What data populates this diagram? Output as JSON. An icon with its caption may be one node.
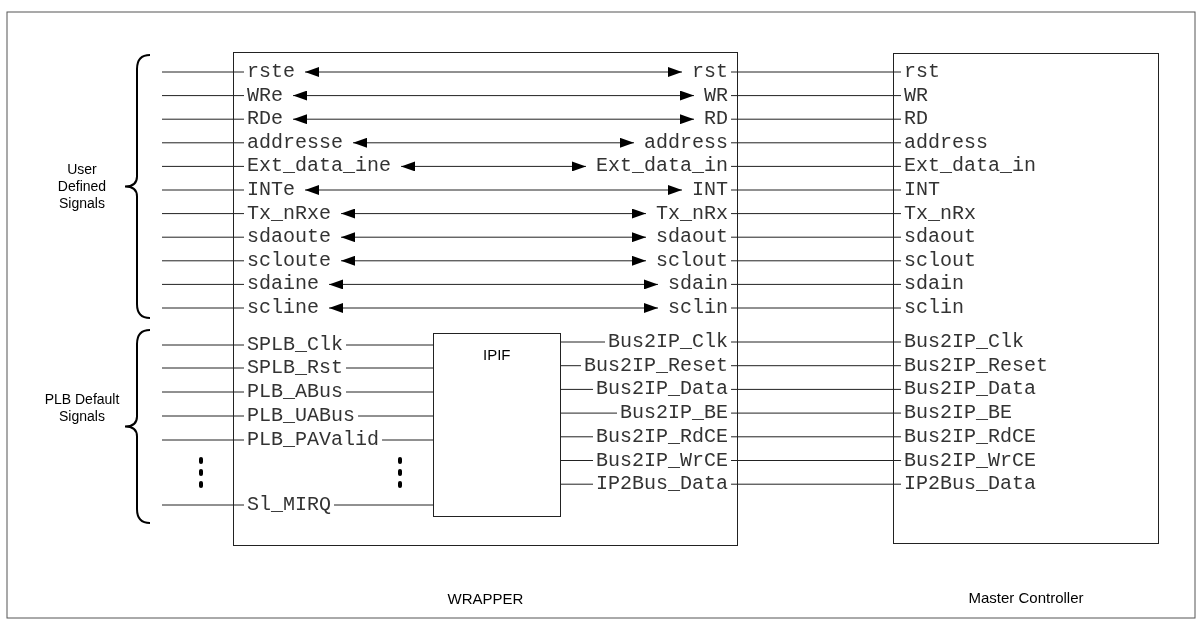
{
  "diagram": {
    "nodes": [
      {
        "text": [
          "WRAPPER"
        ]
      },
      {
        "text": [
          "IPIF"
        ],
        "in": 0
      },
      {
        "text": [
          "rste"
        ],
        "in": 0
      },
      {
        "text": [
          "WRe"
        ],
        "in": 0
      },
      {
        "text": [
          "RDe"
        ],
        "in": 0
      },
      {
        "text": [
          "addresse"
        ],
        "in": 0
      },
      {
        "text": [
          "Ext_data_ine"
        ],
        "in": 0
      },
      {
        "text": [
          "INTe"
        ],
        "in": 0
      },
      {
        "text": [
          "Tx_nRxe"
        ],
        "in": 0
      },
      {
        "text": [
          "sdaoute"
        ],
        "in": 0
      },
      {
        "text": [
          "scloute"
        ],
        "in": 0
      },
      {
        "text": [
          "sdaine"
        ],
        "in": 0
      },
      {
        "text": [
          "scline"
        ],
        "in": 0
      },
      {
        "text": [
          "rst"
        ],
        "in": 0
      },
      {
        "text": [
          "WR"
        ],
        "in": 0
      },
      {
        "text": [
          "RD"
        ],
        "in": 0
      },
      {
        "text": [
          "address"
        ],
        "in": 0
      },
      {
        "text": [
          "Ext_data_in"
        ],
        "in": 0
      },
      {
        "text": [
          "INT"
        ],
        "in": 0
      },
      {
        "text": [
          "Tx_nRx"
        ],
        "in": 0
      },
      {
        "text": [
          "sdaout"
        ],
        "in": 0
      },
      {
        "text": [
          "sclout"
        ],
        "in": 0
      },
      {
        "text": [
          "sdain"
        ],
        "in": 0
      },
      {
        "text": [
          "sclin"
        ],
        "in": 0
      },
      {
        "text": [
          "SPLB_Clk"
        ],
        "in": 0
      },
      {
        "text": [
          "SPLB_Rst"
        ],
        "in": 0
      },
      {
        "text": [
          "PLB_ABus"
        ],
        "in": 0
      },
      {
        "text": [
          "PLB_UABus"
        ],
        "in": 0
      },
      {
        "text": [
          "PLB_PAValid"
        ],
        "in": 0
      },
      {
        "text": [
          "Sl_MIRQ"
        ],
        "in": 0
      },
      {
        "text": [
          "Bus2IP_Clk"
        ],
        "in": 0
      },
      {
        "text": [
          "Bus2IP_Reset"
        ],
        "in": 0
      },
      {
        "text": [
          "Bus2IP_Data"
        ],
        "in": 0
      },
      {
        "text": [
          "Bus2IP_BE"
        ],
        "in": 0
      },
      {
        "text": [
          "Bus2IP_RdCE"
        ],
        "in": 0
      },
      {
        "text": [
          "Bus2IP_WrCE"
        ],
        "in": 0
      },
      {
        "text": [
          "IP2Bus_Data"
        ],
        "in": 0
      },
      {
        "text": [
          "Master Controller"
        ]
      },
      {
        "text": [
          "rst"
        ],
        "in": 37
      },
      {
        "text": [
          "WR"
        ],
        "in": 37
      },
      {
        "text": [
          "RD"
        ],
        "in": 37
      },
      {
        "text": [
          "address"
        ],
        "in": 37
      },
      {
        "text": [
          "Ext_data_in"
        ],
        "in": 37
      },
      {
        "text": [
          "INT"
        ],
        "in": 37
      },
      {
        "text": [
          "Tx_nRx"
        ],
        "in": 37
      },
      {
        "text": [
          "sdaout"
        ],
        "in": 37
      },
      {
        "text": [
          "sclout"
        ],
        "in": 37
      },
      {
        "text": [
          "sdain"
        ],
        "in": 37
      },
      {
        "text": [
          "sclin"
        ],
        "in": 37
      },
      {
        "text": [
          "Bus2IP_Clk"
        ],
        "in": 37
      },
      {
        "text": [
          "Bus2IP_Reset"
        ],
        "in": 37
      },
      {
        "text": [
          "Bus2IP_Data"
        ],
        "in": 37
      },
      {
        "text": [
          "Bus2IP_BE"
        ],
        "in": 37
      },
      {
        "text": [
          "Bus2IP_RdCE"
        ],
        "in": 37
      },
      {
        "text": [
          "Bus2IP_WrCE"
        ],
        "in": 37
      },
      {
        "text": [
          "IP2Bus_Data"
        ],
        "in": 37
      }
    ],
    "edges": [
      {
        "from": null,
        "to": 2,
        "arrow": "none"
      },
      {
        "from": null,
        "to": 3,
        "arrow": "none"
      },
      {
        "from": null,
        "to": 4,
        "arrow": "none"
      },
      {
        "from": null,
        "to": 5,
        "arrow": "none"
      },
      {
        "from": null,
        "to": 6,
        "arrow": "none"
      },
      {
        "from": null,
        "to": 7,
        "arrow": "none"
      },
      {
        "from": null,
        "to": 8,
        "arrow": "none"
      },
      {
        "from": null,
        "to": 9,
        "arrow": "none"
      },
      {
        "from": null,
        "to": 10,
        "arrow": "none"
      },
      {
        "from": null,
        "to": 11,
        "arrow": "none"
      },
      {
        "from": null,
        "to": 12,
        "arrow": "none"
      },
      {
        "from": 2,
        "to": 13,
        "arrow": "both"
      },
      {
        "from": 3,
        "to": 14,
        "arrow": "both"
      },
      {
        "from": 4,
        "to": 15,
        "arrow": "both"
      },
      {
        "from": 5,
        "to": 16,
        "arrow": "both"
      },
      {
        "from": 6,
        "to": 17,
        "arrow": "both"
      },
      {
        "from": 7,
        "to": 18,
        "arrow": "both"
      },
      {
        "from": 8,
        "to": 19,
        "arrow": "both"
      },
      {
        "from": 9,
        "to": 20,
        "arrow": "both"
      },
      {
        "from": 10,
        "to": 21,
        "arrow": "both"
      },
      {
        "from": 11,
        "to": 22,
        "arrow": "both"
      },
      {
        "from": 12,
        "to": 23,
        "arrow": "both"
      },
      {
        "from": 13,
        "to": 38,
        "arrow": "none"
      },
      {
        "from": 14,
        "to": 39,
        "arrow": "none"
      },
      {
        "from": 15,
        "to": 40,
        "arrow": "none"
      },
      {
        "from": 16,
        "to": 41,
        "arrow": "none"
      },
      {
        "from": 17,
        "to": 42,
        "arrow": "none"
      },
      {
        "from": 18,
        "to": 43,
        "arrow": "none"
      },
      {
        "from": 19,
        "to": 44,
        "arrow": "none"
      },
      {
        "from": 20,
        "to": 45,
        "arrow": "none"
      },
      {
        "from": 21,
        "to": 46,
        "arrow": "none"
      },
      {
        "from": 22,
        "to": 47,
        "arrow": "none"
      },
      {
        "from": 23,
        "to": 48,
        "arrow": "none"
      },
      {
        "from": null,
        "to": 24,
        "arrow": "none"
      },
      {
        "from": null,
        "to": 25,
        "arrow": "none"
      },
      {
        "from": null,
        "to": 26,
        "arrow": "none"
      },
      {
        "from": null,
        "to": 27,
        "arrow": "none"
      },
      {
        "from": null,
        "to": 28,
        "arrow": "none"
      },
      {
        "from": null,
        "to": 29,
        "arrow": "none"
      },
      {
        "from": 24,
        "to": 1,
        "arrow": "none"
      },
      {
        "from": 25,
        "to": 1,
        "arrow": "none"
      },
      {
        "from": 26,
        "to": 1,
        "arrow": "none"
      },
      {
        "from": 27,
        "to": 1,
        "arrow": "none"
      },
      {
        "from": 28,
        "to": 1,
        "arrow": "none"
      },
      {
        "from": 29,
        "to": 1,
        "arrow": "none"
      },
      {
        "from": 1,
        "to": 30,
        "arrow": "none"
      },
      {
        "from": 1,
        "to": 31,
        "arrow": "none"
      },
      {
        "from": 1,
        "to": 32,
        "arrow": "none"
      },
      {
        "from": 1,
        "to": 33,
        "arrow": "none"
      },
      {
        "from": 1,
        "to": 34,
        "arrow": "none"
      },
      {
        "from": 1,
        "to": 35,
        "arrow": "none"
      },
      {
        "from": 1,
        "to": 36,
        "arrow": "none"
      },
      {
        "from": 30,
        "to": 49,
        "arrow": "none"
      },
      {
        "from": 31,
        "to": 50,
        "arrow": "none"
      },
      {
        "from": 32,
        "to": 51,
        "arrow": "none"
      },
      {
        "from": 33,
        "to": 52,
        "arrow": "none"
      },
      {
        "from": 34,
        "to": 53,
        "arrow": "none"
      },
      {
        "from": 35,
        "to": 54,
        "arrow": "none"
      },
      {
        "from": 36,
        "to": 55,
        "arrow": "none"
      }
    ],
    "labels": [
      "User Defined Signals",
      "PLB Default Signals"
    ]
  }
}
